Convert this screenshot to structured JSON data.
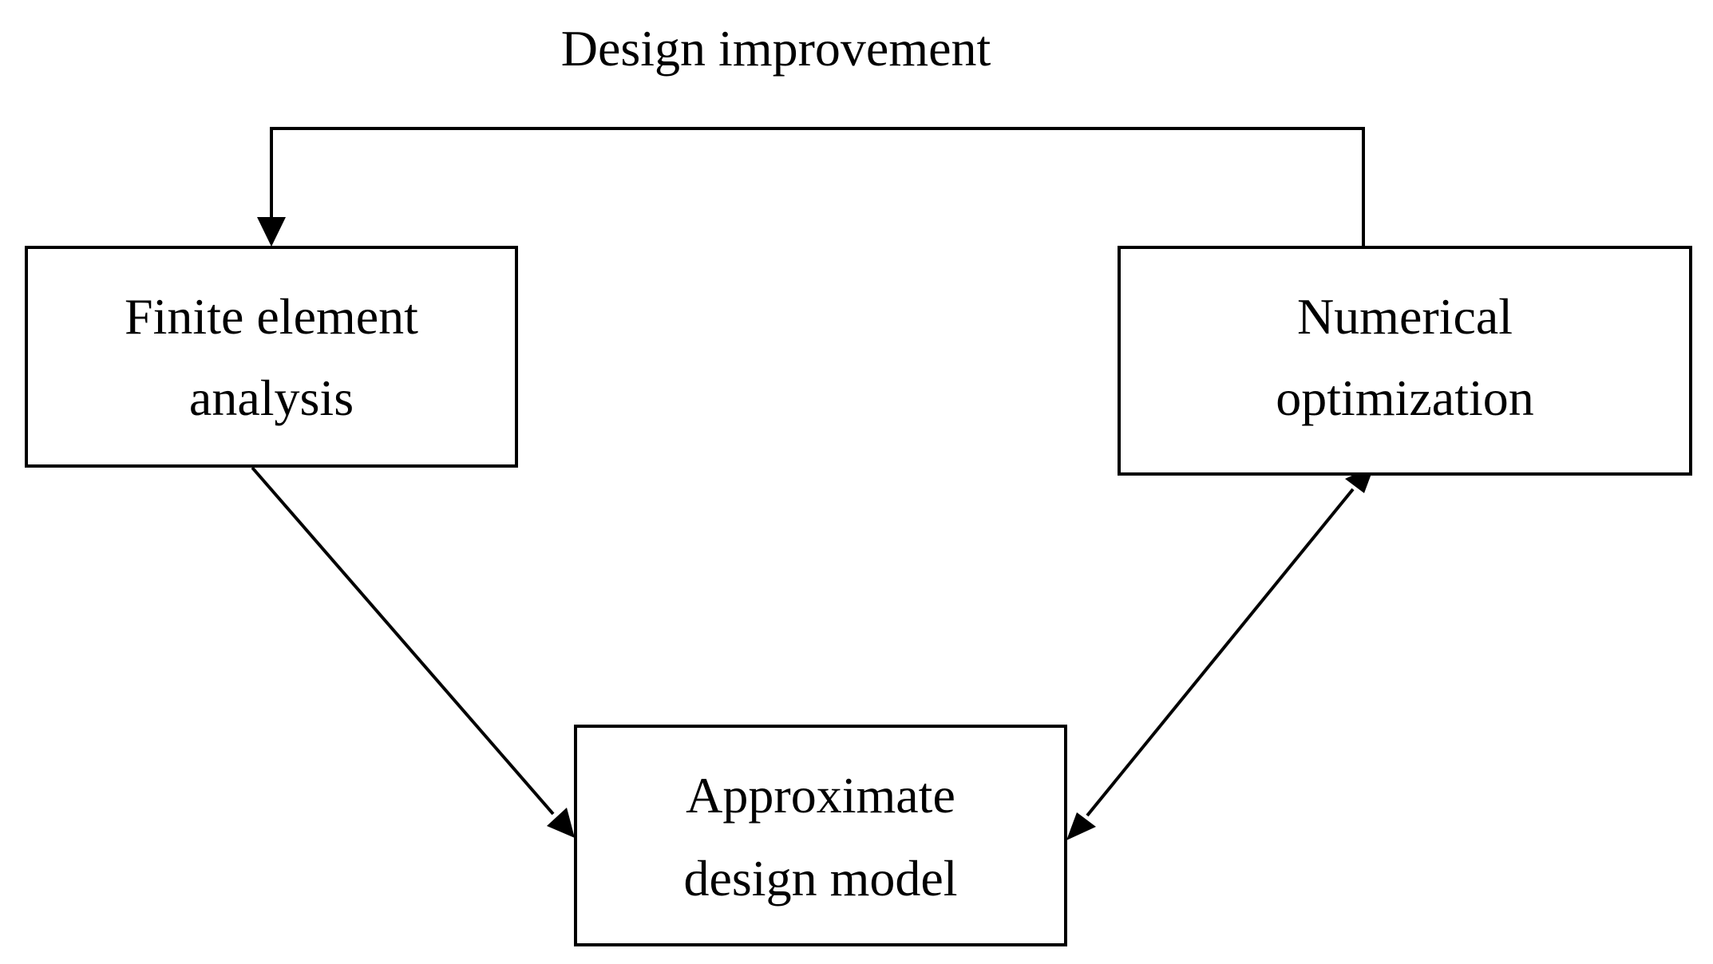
{
  "diagram": {
    "title": "Design improvement",
    "nodes": {
      "fea": {
        "line1": "Finite element",
        "line2": "analysis"
      },
      "optimization": {
        "line1": "Numerical",
        "line2": "optimization"
      },
      "approx_model": {
        "line1": "Approximate",
        "line2": "design model"
      }
    },
    "edges": [
      {
        "from": "optimization",
        "to": "fea",
        "label": "Design improvement",
        "direction": "one-way"
      },
      {
        "from": "fea",
        "to": "approx_model",
        "direction": "one-way"
      },
      {
        "from": "approx_model",
        "to": "optimization",
        "direction": "two-way"
      }
    ],
    "colors": {
      "stroke": "#000000",
      "background": "#ffffff"
    }
  }
}
